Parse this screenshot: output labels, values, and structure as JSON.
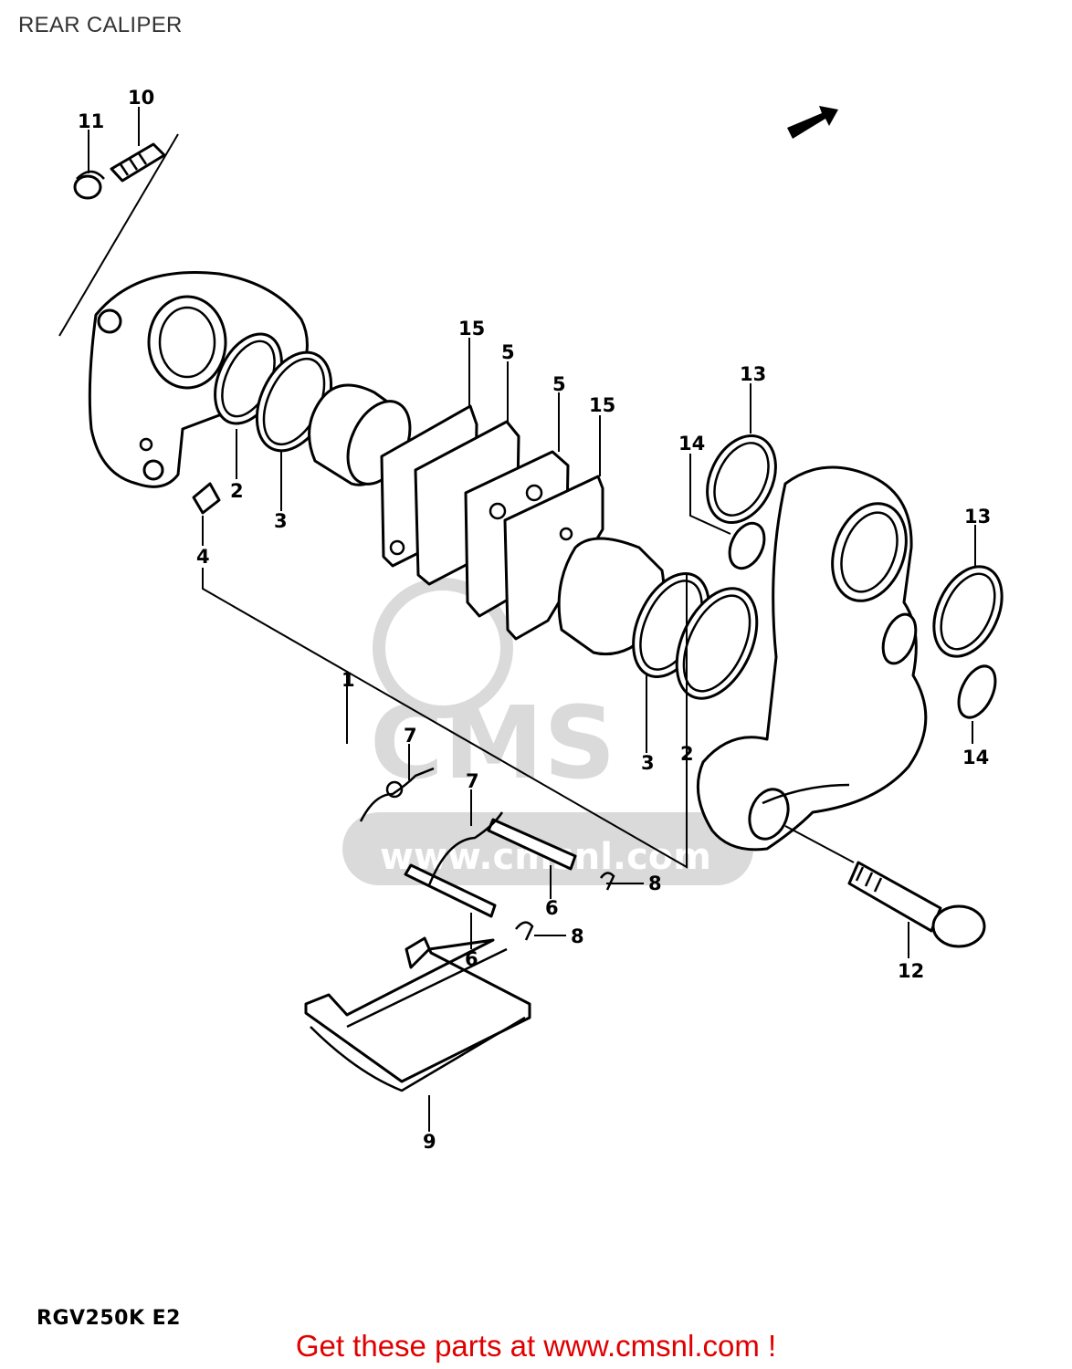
{
  "title": "REAR CALIPER",
  "model_code": "RGV250K E2",
  "promo": "Get these parts at www.cmsnl.com !",
  "watermark": {
    "brand": "CMS",
    "site": "www.cmsnl.com"
  },
  "callouts": [
    "11",
    "10",
    "15",
    "5",
    "5",
    "15",
    "13",
    "14",
    "13",
    "2",
    "3",
    "4",
    "1",
    "7",
    "7",
    "8",
    "6",
    "8",
    "6",
    "3",
    "2",
    "14",
    "12",
    "9"
  ],
  "colors": {
    "promo": "#e10000",
    "line": "#000000",
    "background": "#ffffff"
  }
}
